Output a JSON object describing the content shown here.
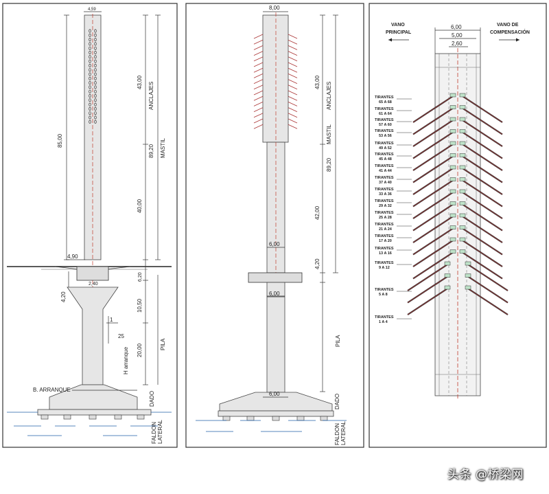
{
  "panels": {
    "elevation": {
      "top_dim": "4,59",
      "dim_overall": "85,00",
      "dim_mastil_total": "89,20",
      "label_mastil": "MASTIL",
      "dim_anchor": "43,00",
      "label_anchor": "ANCLAJES",
      "dim_mid": "40,00",
      "dim_mast_base": "4,90",
      "dim_joint": "2,40",
      "dim_joint_right": "6,20",
      "dim_pila_left": "4,20",
      "dim_pila_right": "10,50",
      "slope_1": "1",
      "slope_2": "25",
      "dim_pila_lower": "20,00",
      "label_h_arranque": "H arranque",
      "label_pila": "PILA",
      "label_b_arranque": "B. ARRANQUE",
      "label_dado": "DADO",
      "label_faldon": "FALDON",
      "label_lateral": "LATERAL"
    },
    "side": {
      "top_dim": "8,00",
      "dim_anchor": "43,00",
      "label_anchor": "ANCLAJES",
      "dim_mastil_total": "89,20",
      "label_mastil": "MASTIL",
      "dim_mid": "42,00",
      "dim_mast_base": "6,00",
      "dim_joint": "4,20",
      "dim_pila": "6,00",
      "label_pila": "PILA",
      "dim_base": "6,00",
      "label_dado": "DADO",
      "label_faldon": "FALDON",
      "label_lateral": "LATERAL"
    },
    "detail": {
      "label_left_1": "VANO",
      "label_left_2": "PRINCIPAL",
      "label_right_1": "VANO DE",
      "label_right_2": "COMPENSACIÓN",
      "dim_1": "6,00",
      "dim_2": "5,00",
      "dim_3": "2,60",
      "tirantes": [
        [
          "TIRANTES",
          "65 A 68"
        ],
        [
          "TIRANTES",
          "61 A 64"
        ],
        [
          "TIRANTES",
          "57 A 60"
        ],
        [
          "TIRANTES",
          "53 A 56"
        ],
        [
          "TIRANTES",
          "49 A 52"
        ],
        [
          "TIRANTES",
          "45 A 48"
        ],
        [
          "TIRANTES",
          "41 A 44"
        ],
        [
          "TIRANTES",
          "37 A 40"
        ],
        [
          "TIRANTES",
          "33 A 36"
        ],
        [
          "TIRANTES",
          "29 A 32"
        ],
        [
          "TIRANTES",
          "25 A 28"
        ],
        [
          "TIRANTES",
          "21 A 24"
        ],
        [
          "TIRANTES",
          "17 A 20"
        ],
        [
          "TIRANTES",
          "13 A 16"
        ],
        [
          "TIRANTES",
          "9 A 12"
        ],
        [
          "TIRANTES",
          "5 A 8"
        ],
        [
          "TIRANTES",
          "1 A 4"
        ]
      ]
    }
  },
  "watermark": "头条 @桥梁网"
}
